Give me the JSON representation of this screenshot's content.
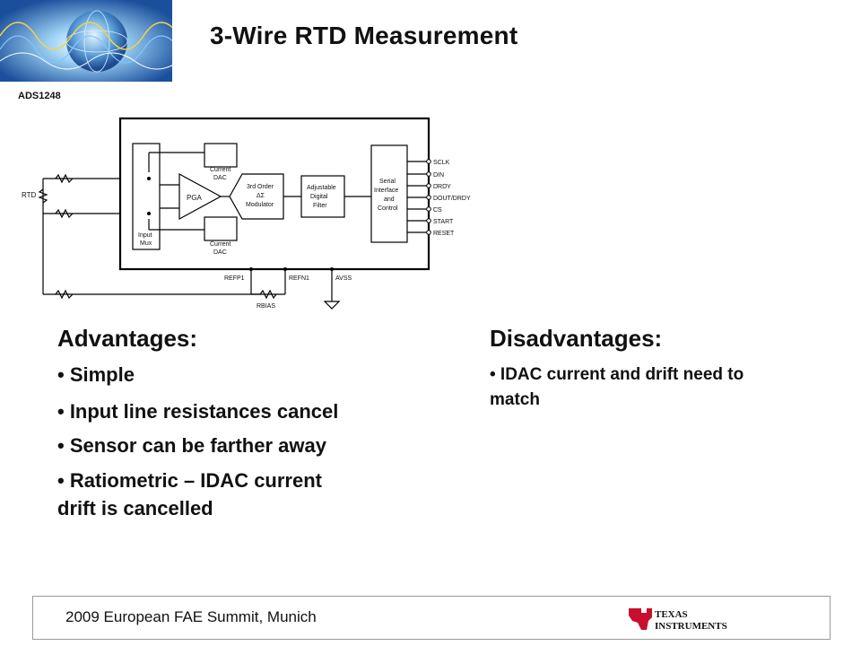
{
  "slide": {
    "title": "3-Wire RTD Measurement"
  },
  "diagram": {
    "chip_name": "ADS1248",
    "blocks": {
      "input_mux": [
        "Input",
        "Mux"
      ],
      "current_dac_top": [
        "Current",
        "DAC"
      ],
      "current_dac_bottom": [
        "Current",
        "DAC"
      ],
      "pga": "PGA",
      "modulator": [
        "3rd Order",
        "ΔΣ",
        "Modulator"
      ],
      "digital_filter": [
        "Adjustable",
        "Digital",
        "Filter"
      ],
      "serial_interface": [
        "Serial",
        "Interface",
        "and",
        "Control"
      ]
    },
    "pins": [
      "SCLK",
      "DIN",
      "DRDY",
      "DOUT/DRDY",
      "CS",
      "START",
      "RESET"
    ],
    "rtd_label": "RTD",
    "ref_labels": [
      "REFP1",
      "REFN1",
      "AVSS"
    ],
    "rbias_label": "RBIAS"
  },
  "advantages": {
    "heading": "Advantages:",
    "items": [
      "• Simple",
      "• Input line resistances cancel",
      "• Sensor can be farther away",
      "• Ratiometric – IDAC current",
      "drift is cancelled"
    ]
  },
  "disadvantages": {
    "heading": "Disadvantages:",
    "items": [
      "• IDAC current and drift need to",
      "match"
    ]
  },
  "footer": {
    "text": "2009 European FAE Summit, Munich",
    "logo_words": [
      "TEXAS",
      "INSTRUMENTS"
    ]
  },
  "colors": {
    "ti_red": "#c8102e",
    "logo_blue": "#1d4f9a",
    "footer_border": "#9a9a9a"
  }
}
